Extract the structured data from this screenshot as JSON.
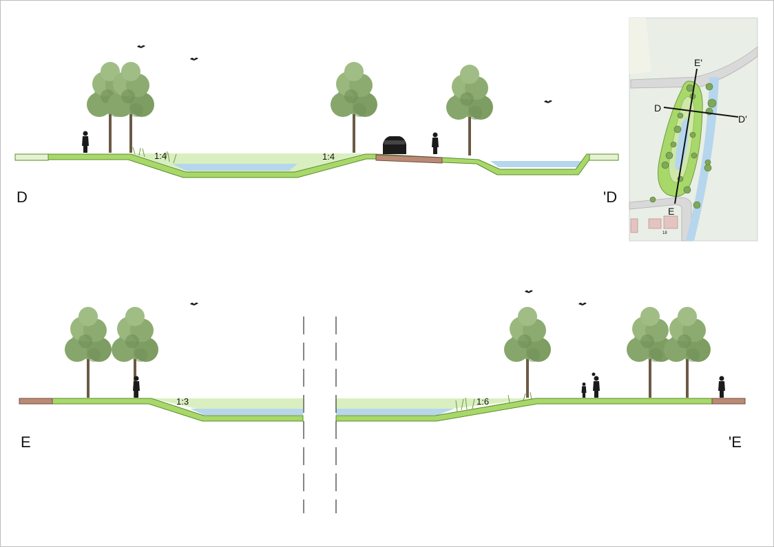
{
  "section_d": {
    "label_left": "D",
    "label_right": "'D",
    "slope_left": "1:4",
    "slope_right": "1:4"
  },
  "section_e": {
    "label_left": "E",
    "label_right": "'E",
    "slope_left": "1:3",
    "slope_right": "1:6"
  },
  "key_map": {
    "label_d": "D",
    "label_d_prime": "D'",
    "label_e": "E",
    "label_e_prime": "E'",
    "plot_number": "18"
  },
  "colors": {
    "grass": "#a8d86a",
    "grass_edge": "#5a8a2a",
    "embankment": "#d9efc0",
    "water": "#b6d6ee",
    "paving": "#b98a75",
    "tree_foliage": "#8aa86e",
    "silhouette": "#1b1b1b"
  }
}
